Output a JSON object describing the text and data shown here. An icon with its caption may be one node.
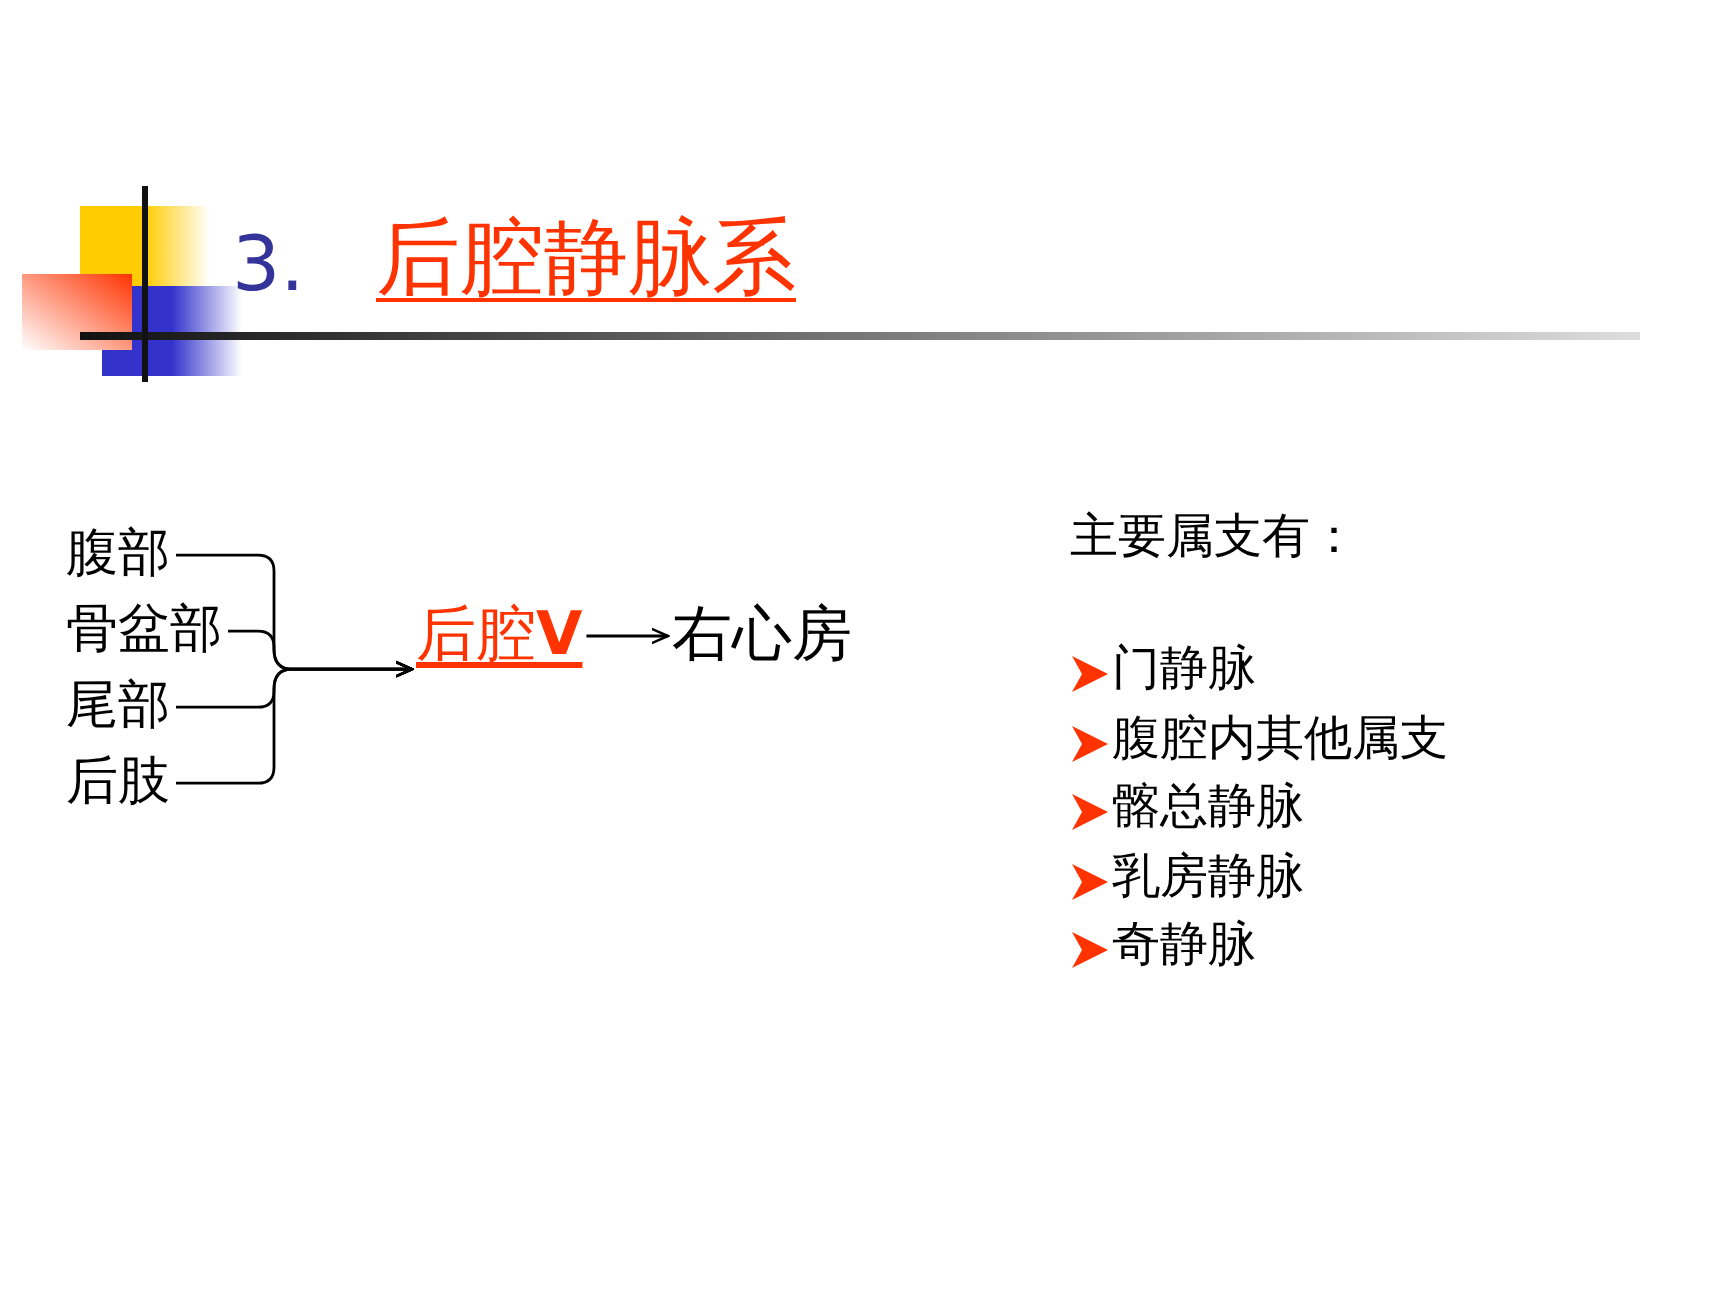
{
  "diagram": {
    "title": "3. 后腔静脉系",
    "nodes": [
      {
        "text": [
          "腹部"
        ]
      },
      {
        "text": [
          "骨盆部"
        ]
      },
      {
        "text": [
          "尾部"
        ]
      },
      {
        "text": [
          "后肢"
        ]
      },
      {
        "text": [
          "后腔**V**"
        ]
      },
      {
        "text": [
          "右心房"
        ]
      }
    ],
    "edges": [
      {
        "from": 0,
        "to": 4,
        "arrow": "to"
      },
      {
        "from": 1,
        "to": 4,
        "arrow": "to"
      },
      {
        "from": 2,
        "to": 4,
        "arrow": "to"
      },
      {
        "from": 3,
        "to": 4,
        "arrow": "to"
      },
      {
        "from": 4,
        "to": 5,
        "arrow": "to"
      }
    ],
    "labels": [
      "主要属支有：",
      "门静脉",
      "腹腔内其他属支",
      "髂总静脉",
      "乳房静脉",
      "奇静脉"
    ]
  }
}
